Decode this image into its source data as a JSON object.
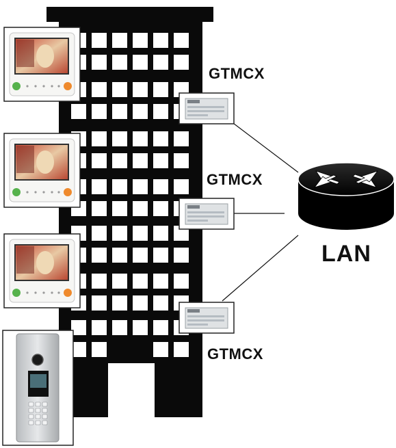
{
  "labels": {
    "module_top": "GTMCX",
    "module_middle": "GTMCX",
    "module_bottom": "GTMCX",
    "network": "LAN"
  },
  "colors": {
    "building": "#0a0a0a",
    "window": "#ffffff",
    "text": "#111111"
  },
  "icons": {
    "monitor": "video-intercom-monitor",
    "module": "gtmcx-din-module",
    "router": "network-router",
    "door_panel": "door-entry-panel"
  }
}
